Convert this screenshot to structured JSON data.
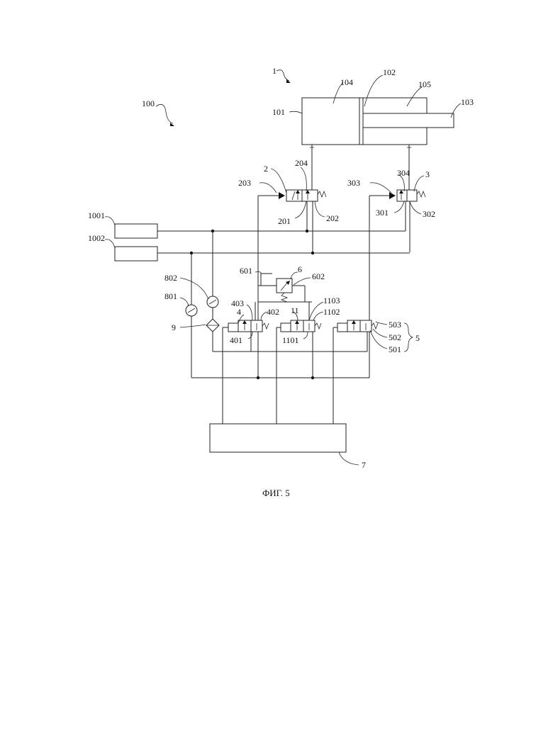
{
  "figure": {
    "caption": "ФИГ. 5"
  },
  "labels": {
    "system": "100",
    "cylinder": "1",
    "cyl_body": "101",
    "piston": "102",
    "rod": "103",
    "chamber_a": "104",
    "chamber_b": "105",
    "valve_2": "2",
    "port_201": "201",
    "port_202": "202",
    "port_203": "203",
    "port_204": "204",
    "valve_3": "3",
    "port_301": "301",
    "port_302": "302",
    "port_303": "303",
    "port_304": "304",
    "source_1001": "1001",
    "source_1002": "1002",
    "valve_6": "6",
    "port_601": "601",
    "port_602": "602",
    "gauge_801": "801",
    "gauge_802": "802",
    "filter_9": "9",
    "valve_4": "4",
    "port_401": "401",
    "port_402": "402",
    "port_403": "403",
    "valve_11": "11",
    "port_1101": "1101",
    "port_1102": "1102",
    "port_1103": "1103",
    "valve_group_5": "5",
    "port_501": "501",
    "port_502": "502",
    "port_503": "503",
    "controller_7": "7"
  }
}
